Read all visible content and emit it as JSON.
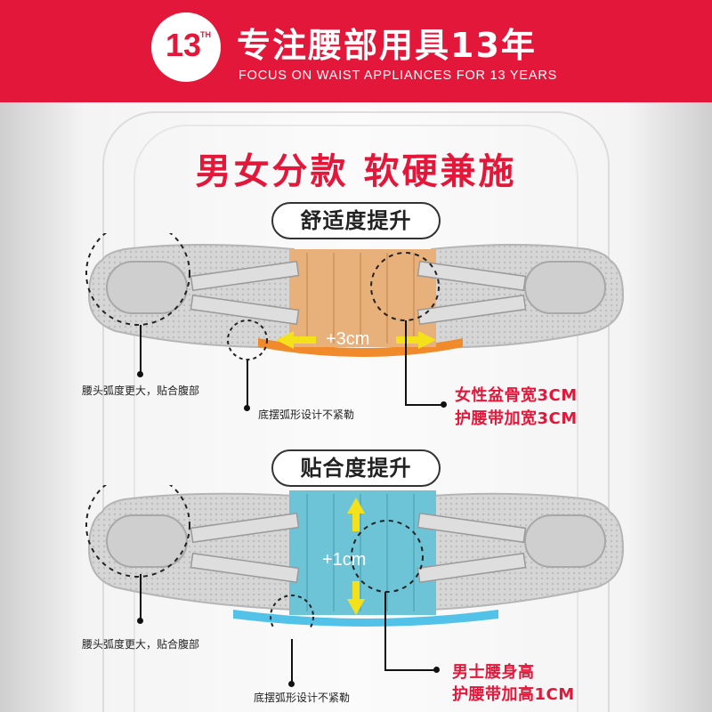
{
  "header": {
    "badge_number": "13",
    "badge_sup": "TH",
    "title": "专注腰部用具13年",
    "subtitle": "FOCUS ON WAIST APPLIANCES FOR 13 YEARS"
  },
  "headline": "男女分款  软硬兼施",
  "sections": [
    {
      "title": "舒适度提升",
      "panel_label": "+3cm",
      "panel_color": "#e8b07a",
      "hem_color": "#f08a2a",
      "note_left": "腰头弧度更大，贴合腹部",
      "note_bottom": "底摆弧形设计不紧勒",
      "callout_line1": "女性盆骨宽3CM",
      "callout_line2": "护腰带加宽3CM"
    },
    {
      "title": "贴合度提升",
      "panel_label": "+1cm",
      "panel_color": "#6cc4d6",
      "hem_color": "#52c2e8",
      "note_left": "腰头弧度更大，贴合腹部",
      "note_bottom": "底摆弧形设计不紧勒",
      "callout_line1": "男士腰身高",
      "callout_line2": "护腰带加高1CM"
    }
  ],
  "colors": {
    "brand_red": "#e3173a",
    "belt_gray": "#c9c9c9",
    "arrow_yellow": "#f5e11a"
  }
}
